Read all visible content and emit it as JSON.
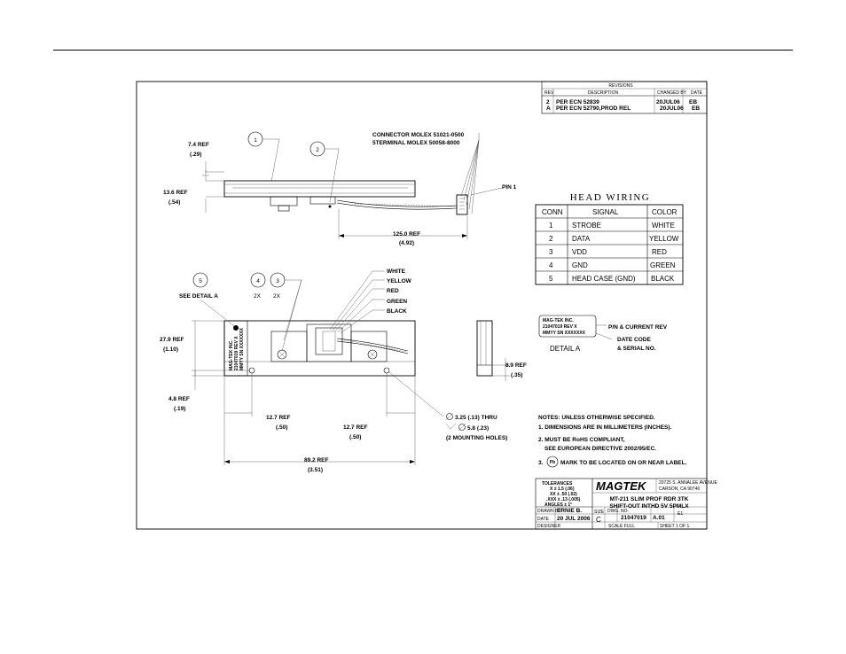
{
  "revisions": {
    "title": "REVISIONS",
    "headers": [
      "REV",
      "DESCRIPTION",
      "CHANGED BY",
      "DATE"
    ],
    "rows": [
      {
        "rev": "2",
        "description": "PER ECN 52839",
        "changed_by": "20JUL06",
        "date": "EB"
      },
      {
        "rev": "A",
        "description": "PER ECN 52790,PROD REL",
        "changed_by": "20JUL06",
        "date": "EB"
      }
    ]
  },
  "callouts": {
    "connector": "CONNECTOR MOLEX 51021-0500",
    "terminal": "5TERMINAL MOLEX 50058-8000",
    "pin1": "PIN 1",
    "balloons": [
      "1",
      "2",
      "5",
      "4",
      "3"
    ],
    "see_detail": "SEE DETAIL A",
    "qty_2x_a": "2X",
    "qty_2x_b": "2X",
    "wires": [
      "WHITE",
      "YELLOW",
      "RED",
      "GREEN",
      "BLACK"
    ]
  },
  "dimensions": {
    "d7_4": "7.4 REF",
    "d7_4_in": "(.29)",
    "d13_6": "13.6 REF",
    "d13_6_in": "(.54)",
    "d125": "125.0 REF",
    "d125_in": "(4.92)",
    "d27_9": "27.9 REF",
    "d27_9_in": "(1.10)",
    "d4_8": "4.8 REF",
    "d4_8_in": "(.19)",
    "d12_7a": "12.7 REF",
    "d12_7a_in": "(.50)",
    "d12_7b": "12.7 REF",
    "d12_7b_in": "(.50)",
    "d89_2": "89.2 REF",
    "d89_2_in": "(3.51)",
    "d8_9": "8.9 REF",
    "d8_9_in": "(.35)",
    "hole1": "3.25 (.13) THRU",
    "hole2": "5.8 (.23)",
    "hole3": "(2 MOUNTING HOLES)"
  },
  "label_text": {
    "line1": "MAG-TEK INC.",
    "line2": "21047019 REV X",
    "line3": "MMYY SN XXXXXXX"
  },
  "detail_a": {
    "title": "DETAIL A",
    "pn_rev": "P/N & CURRENT REV",
    "date_code": "DATE CODE",
    "serial": "& SERIAL NO."
  },
  "head_wiring": {
    "title": "HEAD WIRING",
    "headers": [
      "CONN",
      "SIGNAL",
      "COLOR"
    ],
    "rows": [
      {
        "conn": "1",
        "signal": "STROBE",
        "color": "WHITE"
      },
      {
        "conn": "2",
        "signal": "DATA",
        "color": "YELLOW"
      },
      {
        "conn": "3",
        "signal": "VDD",
        "color": "RED"
      },
      {
        "conn": "4",
        "signal": "GND",
        "color": "GREEN"
      },
      {
        "conn": "5",
        "signal": "HEAD CASE (GND)",
        "color": "BLACK"
      }
    ]
  },
  "notes": {
    "header": "NOTES: UNLESS OTHERWISE SPECIFIED.",
    "n1": "1. DIMENSIONS ARE IN MILLIMETERS (INCHES).",
    "n2a": "2. MUST BE RoHS COMPLIANT,",
    "n2b": "SEE EUROPEAN DIRECTIVE 2002/95/EC.",
    "n3_num": "3.",
    "n3_symbol": "Pb",
    "n3_text": "MARK TO BE LOCATED ON OR NEAR LABEL."
  },
  "title_block": {
    "tolerances": "TOLERANCES",
    "tol1": "X ± 1.5 (.06)",
    "tol2": "XX ± .50 (.02)",
    "tol3": ".XXX ± .13 (.005)",
    "tol4": "ANGLES ± 1°",
    "logo": "MAGTEK",
    "address1": "20725 S. ANNALEE AVENUE",
    "address2": "CARSON, CA 90746",
    "desc1": "MT-211 SLIM PROF RDR 3TK",
    "desc2": "SHIFT-OUT INTHD 5V 5PMLX",
    "drawn_by_label": "DRAWN BY",
    "drawn_by": "ERNIE B.",
    "date_label": "DATE",
    "date": "20 JUL 2006",
    "designer_label": "DESIGNER",
    "size_label": "SIZE",
    "size": "C",
    "dwg_label": "DWG. NO.",
    "dwg_no": "21047019",
    "rev": "A.01",
    "rev_small": "E1",
    "scale": "SCALE FULL",
    "sheet": "SHEET 1 OF 1"
  }
}
